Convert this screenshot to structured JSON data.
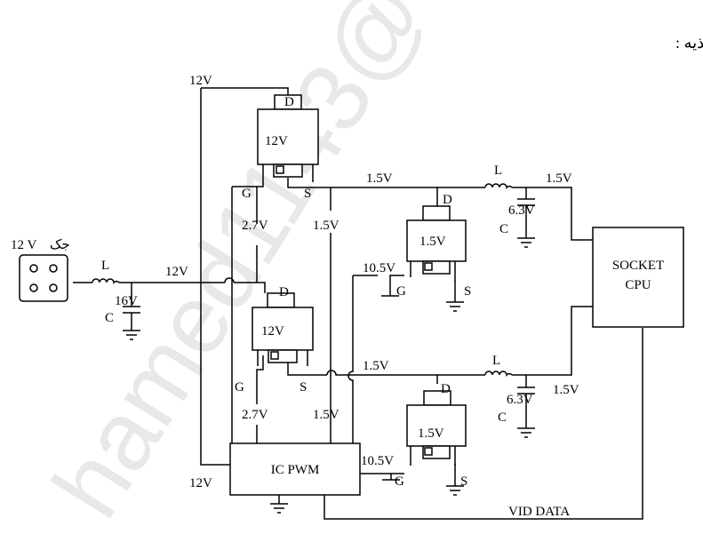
{
  "title": "مدار CORE : با دو فاز تغذیه :",
  "watermark": "hamed1143@",
  "jack": {
    "label_fa": "جک",
    "label_v": "12 V"
  },
  "input_filter": {
    "inductor": "L",
    "cap_value": "16V",
    "cap": "C"
  },
  "bus_12v": "12V",
  "top_feed_12v": "12V",
  "bottom_feed_12v": "12V",
  "phase1": {
    "high_fet": {
      "label": "12V",
      "d": "D",
      "g": "G",
      "s": "S"
    },
    "gate_v": "2.7V",
    "gate_v2": "1.5V",
    "mid_v": "1.5V",
    "inductor": "L",
    "cap_value": "6.3V",
    "cap": "C",
    "out_v": "1.5V",
    "low_fet": {
      "label": "1.5V",
      "d": "D",
      "g": "G",
      "s": "S"
    },
    "low_gate_v": "10.5V"
  },
  "phase2": {
    "high_fet": {
      "label": "12V",
      "d": "D",
      "g": "G",
      "s": "S"
    },
    "gate_v": "2.7V",
    "gate_v2": "1.5V",
    "mid_v": "1.5V",
    "inductor": "L",
    "cap_value": "6.3V",
    "cap": "C",
    "out_v": "1.5V",
    "low_fet": {
      "label": "1.5V",
      "d": "D",
      "g": "G",
      "s": "S"
    },
    "low_gate_v": "10.5V"
  },
  "pwm": {
    "label": "IC PWM"
  },
  "socket": {
    "line1": "SOCKET",
    "line2": "CPU"
  },
  "vid": "VID DATA"
}
